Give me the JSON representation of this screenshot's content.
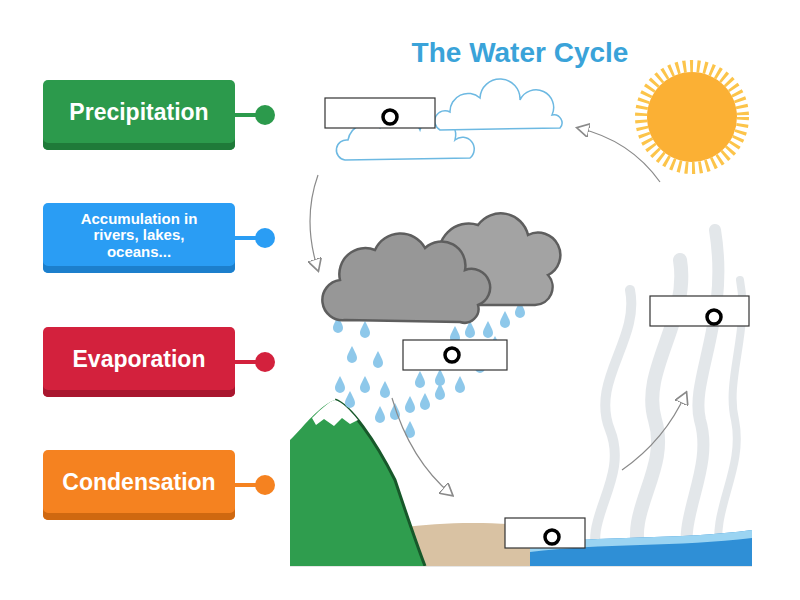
{
  "diagram": {
    "title": "The Water Cycle",
    "nodes": [
      {
        "text": [
          "Precipitation"
        ]
      },
      {
        "text": [
          "Accumulation in rivers, lakes, oceans..."
        ]
      },
      {
        "text": [
          "Evaporation"
        ]
      },
      {
        "text": [
          "Condensation"
        ]
      }
    ]
  }
}
